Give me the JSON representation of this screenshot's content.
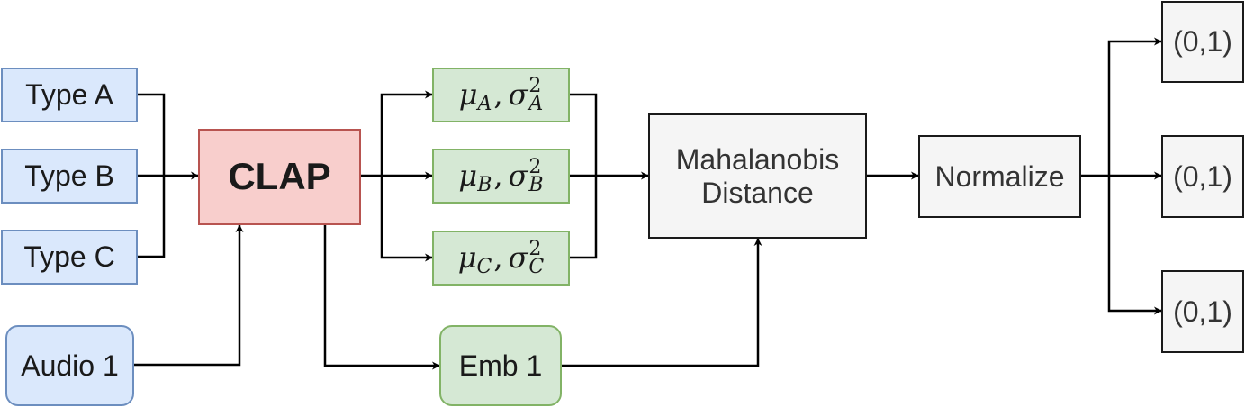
{
  "inputs": {
    "type_a": "Type A",
    "type_b": "Type B",
    "type_c": "Type C",
    "audio": "Audio 1"
  },
  "clap": "CLAP",
  "stats": [
    {
      "mu": "μ",
      "sigma": "σ",
      "sup": "2",
      "sub": "A"
    },
    {
      "mu": "μ",
      "sigma": "σ",
      "sup": "2",
      "sub": "B"
    },
    {
      "mu": "μ",
      "sigma": "σ",
      "sup": "2",
      "sub": "C"
    }
  ],
  "comma": ",",
  "embedding": "Emb 1",
  "distance": "Mahalanobis\nDistance",
  "normalize": "Normalize",
  "outputs": [
    "(0,1)",
    "(0,1)",
    "(0,1)"
  ],
  "colors": {
    "input_fill": "#dae8fc",
    "input_stroke": "#6c8ebf",
    "stat_fill": "#d5e8d4",
    "stat_stroke": "#82b366",
    "clap_fill": "#f8cecc",
    "clap_stroke": "#b85450",
    "process_fill": "#f5f5f5",
    "process_stroke": "#000000"
  }
}
